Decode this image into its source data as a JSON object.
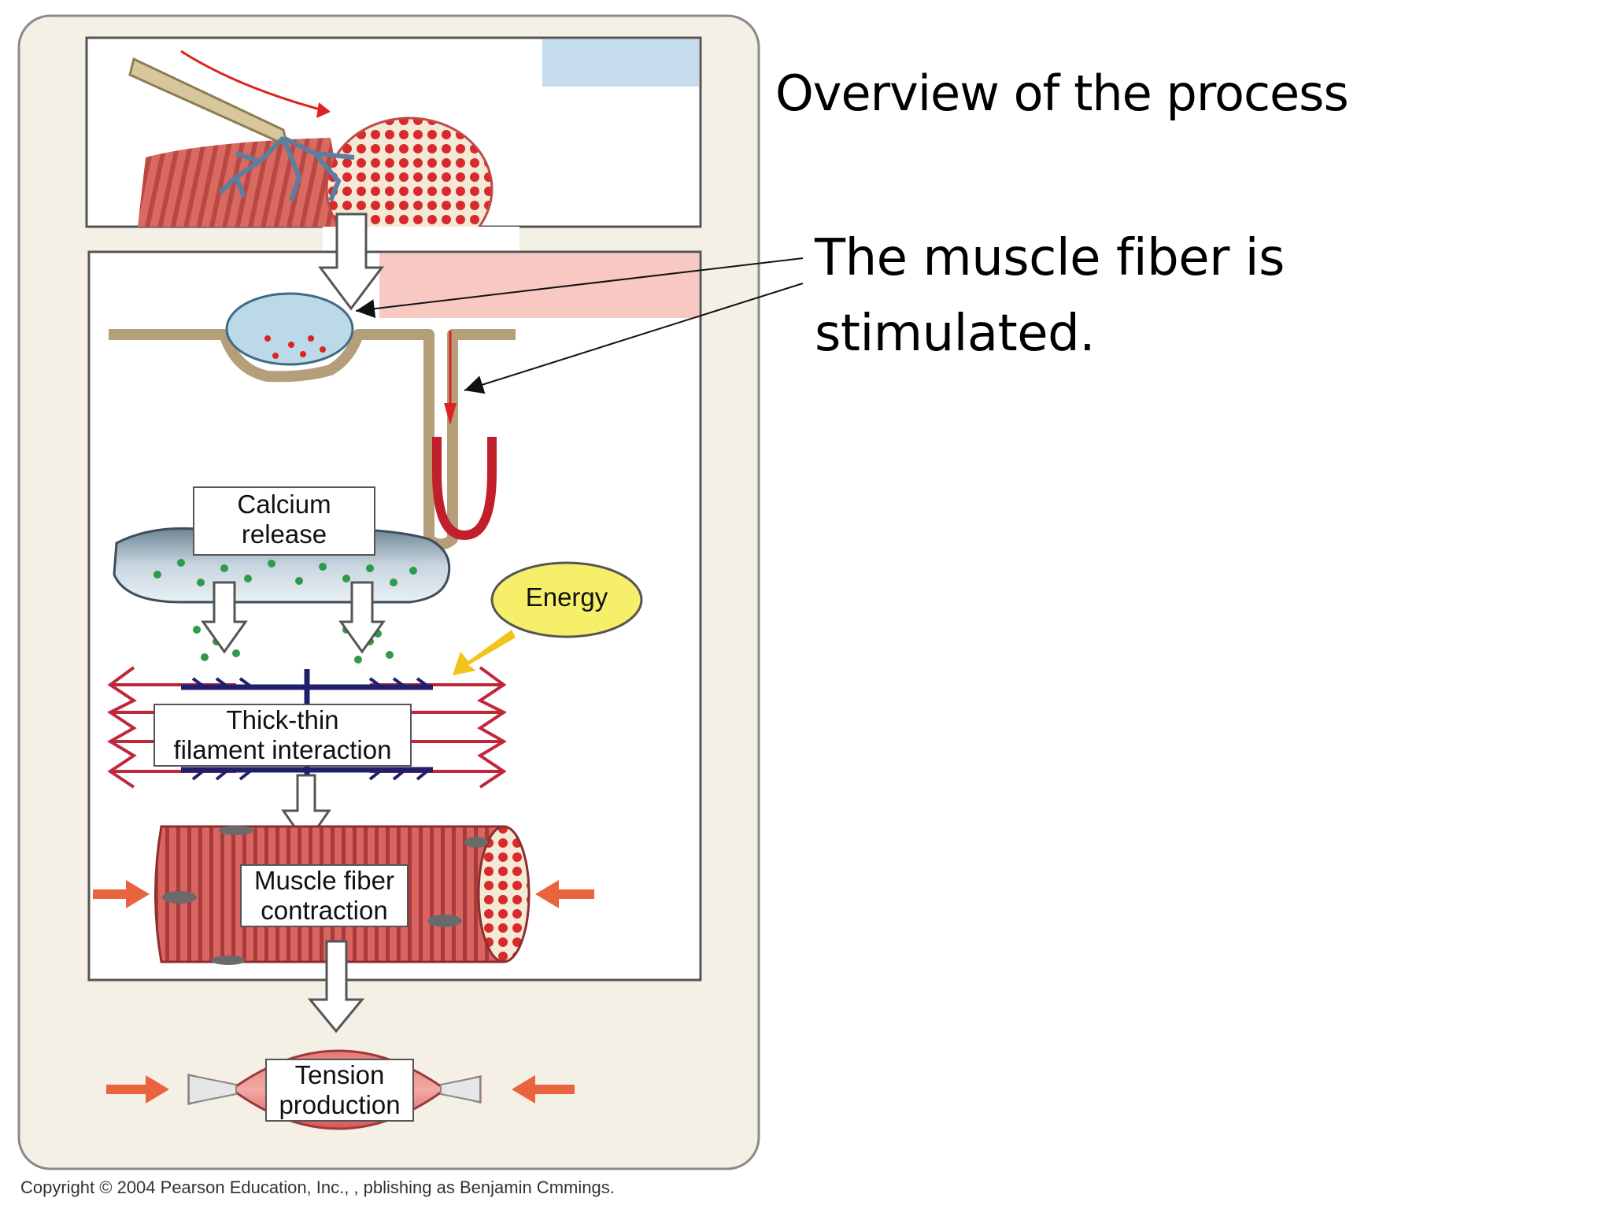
{
  "slide": {
    "title": "Overview of the process",
    "text": "The muscle fiber is stimulated."
  },
  "figure": {
    "labels": {
      "calcium": [
        "Calcium",
        "release"
      ],
      "energy": "Energy",
      "filament": [
        "Thick-thin",
        "filament interaction"
      ],
      "fiber": [
        "Muscle fiber",
        "contraction"
      ],
      "tension": [
        "Tension",
        "production"
      ]
    },
    "copyright": "Copyright © 2004 Pearson Education, Inc., , pblishing as Benjamin Cmmings."
  },
  "colors": {
    "panel_bg": "#f4f0e6",
    "hidden_label_blue": "#c5dcec",
    "hidden_label_pink": "#f8c9c3",
    "muscle_red": "#d24a4a",
    "calcium_green": "#2e9a4a",
    "energy_yellow": "#f6ef6a",
    "filament_navy": "#1f1f6e",
    "filament_red": "#c0283a"
  }
}
